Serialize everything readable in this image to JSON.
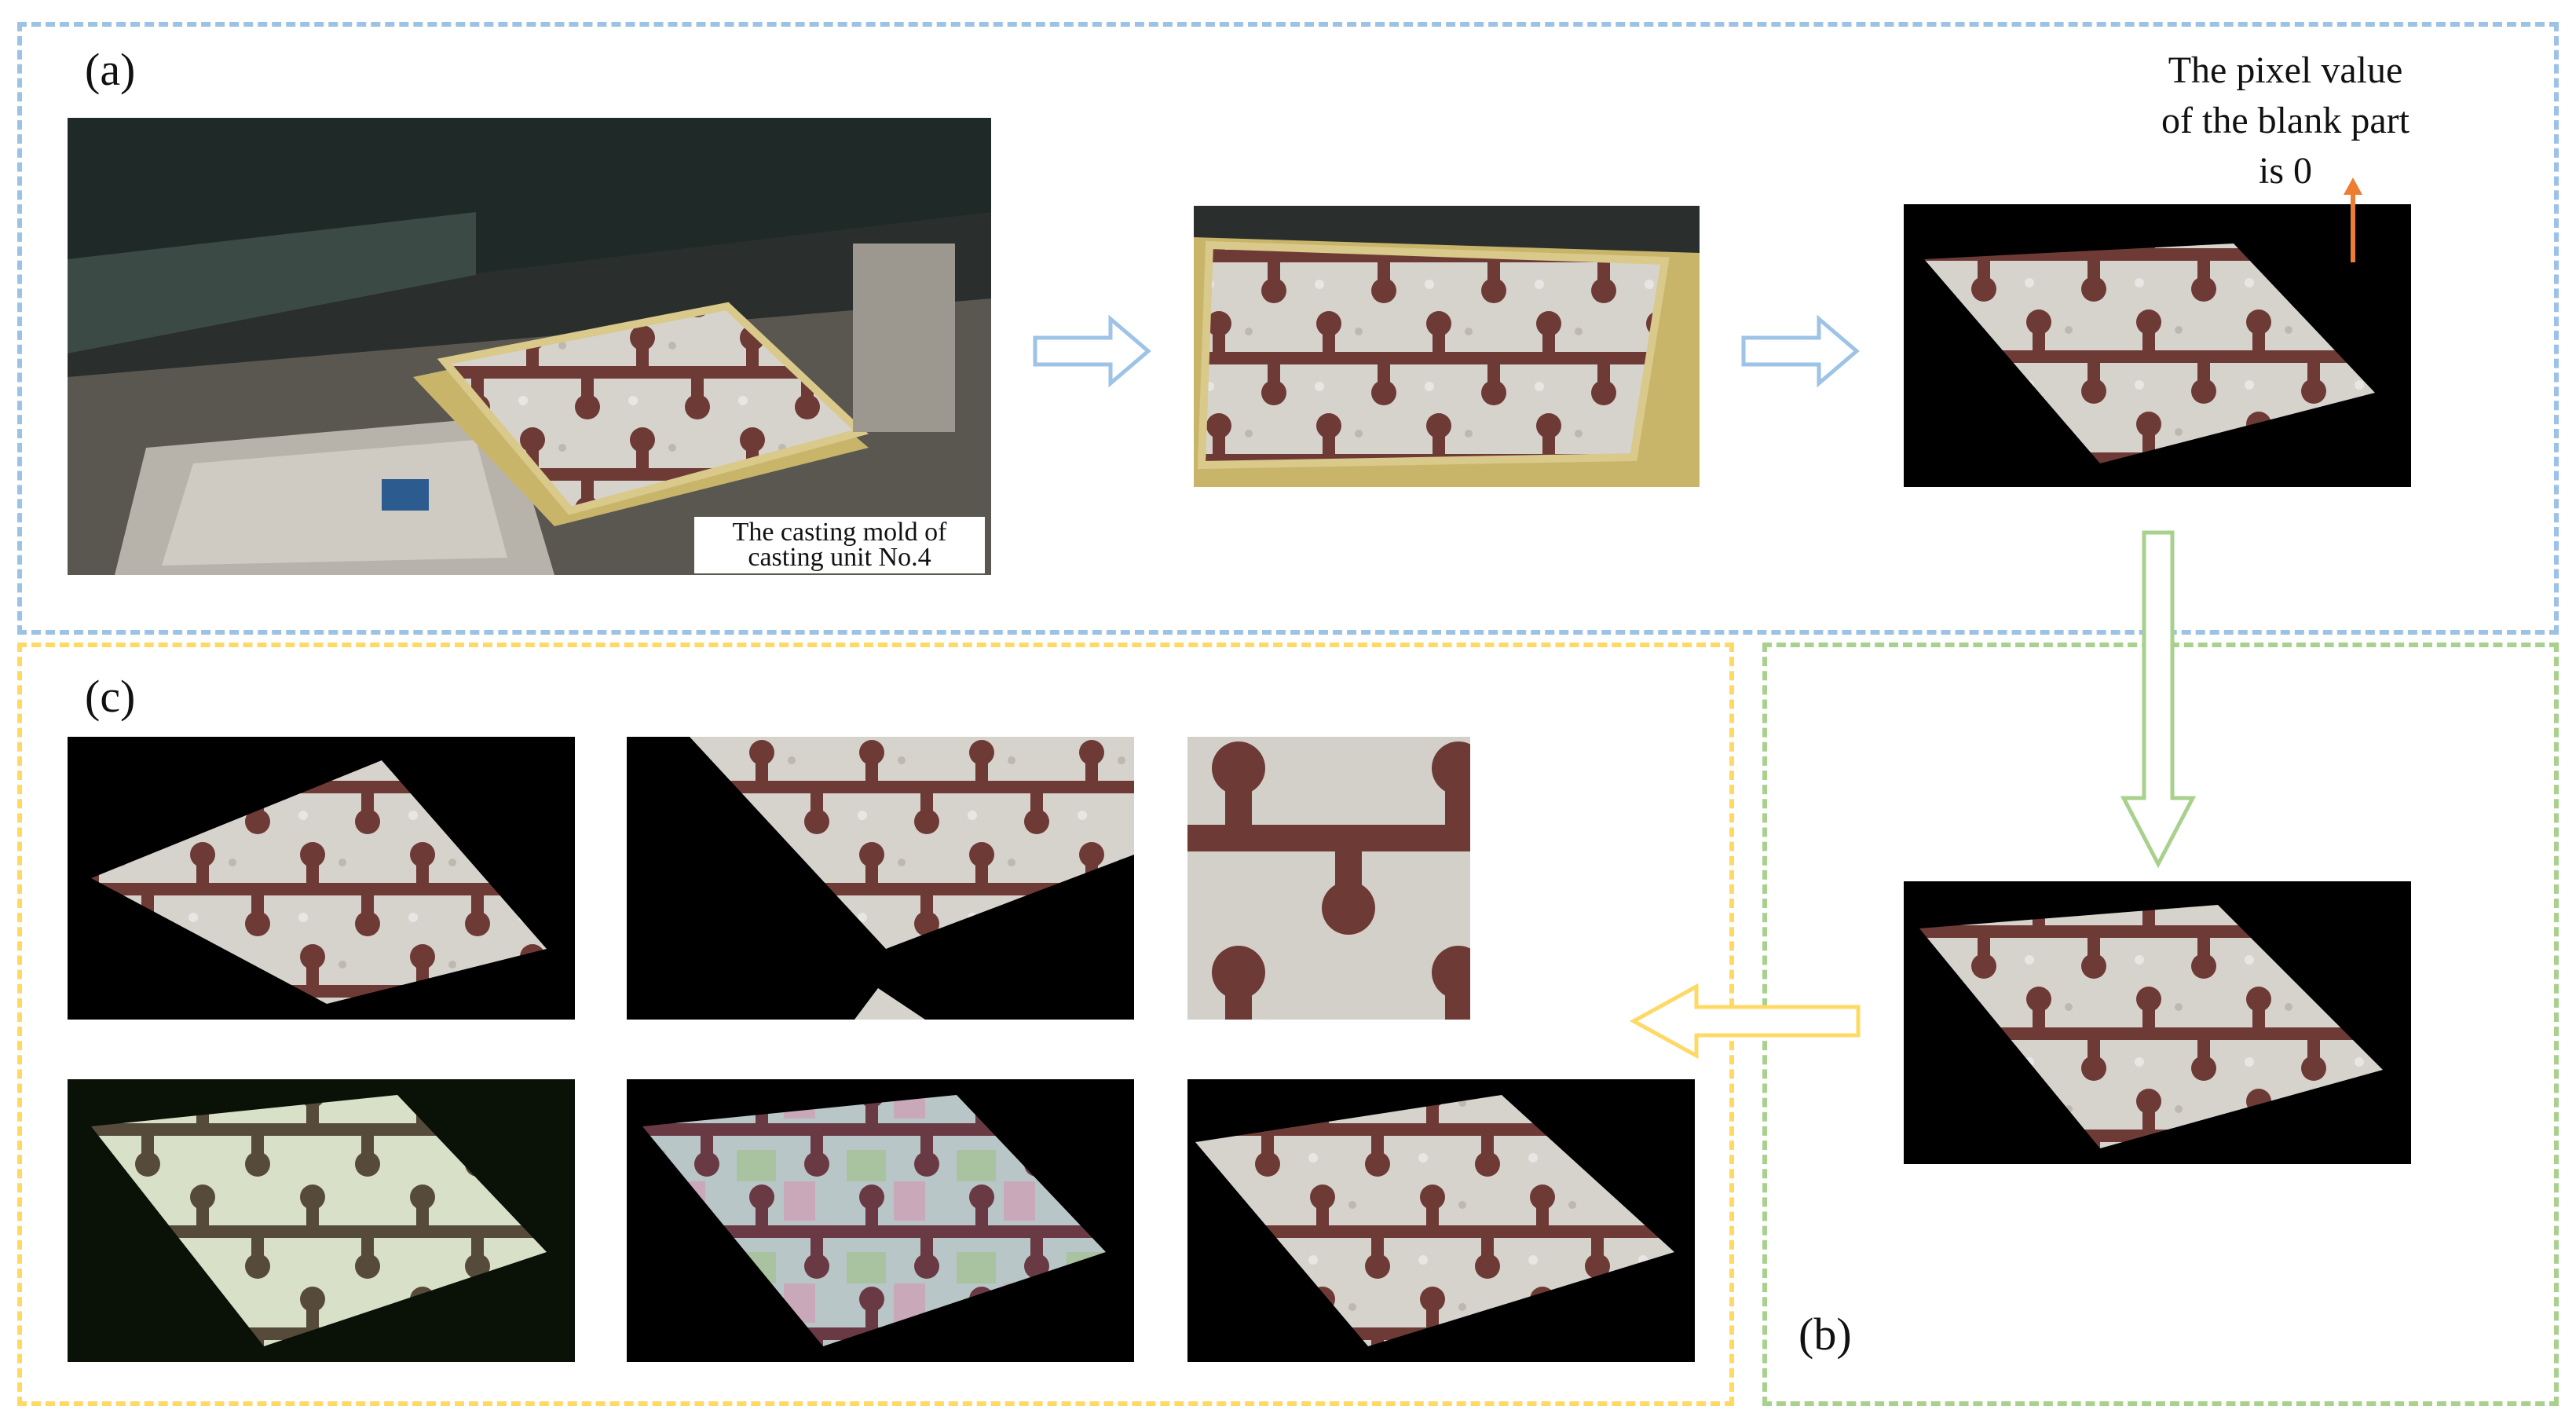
{
  "panels": {
    "a": {
      "label": "(a)",
      "border_color": "#9cc3e6"
    },
    "b": {
      "label": "(b)",
      "border_color": "#a9d18e"
    },
    "c": {
      "label": "(c)",
      "border_color": "#ffd966"
    }
  },
  "caption": {
    "line1": "The casting mold of",
    "line2": "casting unit No.4"
  },
  "annotation": {
    "line1": "The pixel value",
    "line2": "of the blank part",
    "line3": "is 0",
    "arrow_color": "#ed7d31"
  },
  "arrow_colors": {
    "blue": "#9dc3e6",
    "green": "#a9d18e",
    "yellow": "#ffd966"
  },
  "image_colors": {
    "mold_base": "#d9d6d0",
    "groove": "#6e3a36",
    "factory_bg": "#2a2e2c",
    "frame": "#c9b56a"
  }
}
